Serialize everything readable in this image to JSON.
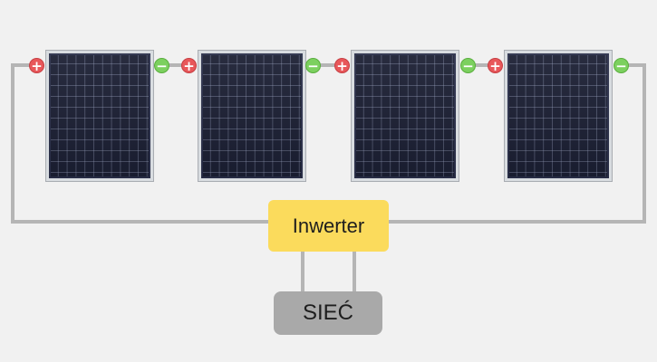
{
  "diagram": {
    "inverter_label": "Inwerter",
    "grid_label": "SIEĆ",
    "panels": [
      {
        "id": "panel-1"
      },
      {
        "id": "panel-2"
      },
      {
        "id": "panel-3"
      },
      {
        "id": "panel-4"
      }
    ],
    "terminals": {
      "positive_symbol": "+",
      "negative_symbol": "−"
    },
    "colors": {
      "background": "#f1f1f1",
      "wire": "#b5b5b5",
      "inverter": "#fbdb5c",
      "grid": "#a9a9a9",
      "positive_terminal": "#e8575a",
      "negative_terminal": "#7cd05f",
      "panel_cells": "#1b1f33"
    }
  }
}
